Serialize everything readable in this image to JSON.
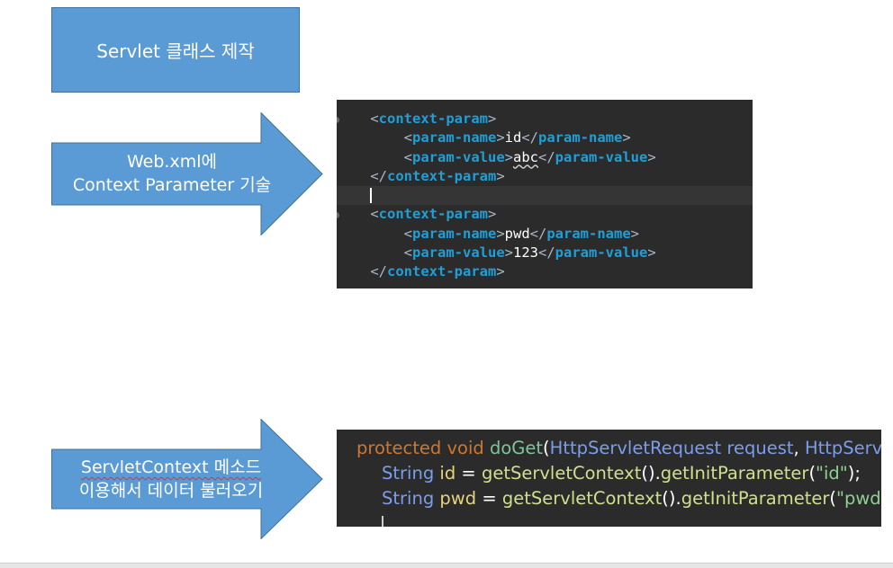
{
  "diagram": {
    "step1": {
      "text": "Servlet 클래스 제작"
    },
    "step2": {
      "line1": "Web.xml에",
      "line2": "Context Parameter 기술"
    },
    "step3": {
      "line1": "ServletContext 메소드",
      "line2": "이용해서 데이터 불러오기"
    }
  },
  "xml_code": {
    "lines": [
      {
        "indent": "    ",
        "open": "context-param"
      },
      {
        "indent": "        ",
        "tag": "param-name",
        "value": "id"
      },
      {
        "indent": "        ",
        "tag": "param-value",
        "value": "abc"
      },
      {
        "indent": "    ",
        "close": "context-param"
      },
      {
        "indent": "    ",
        "caret": true
      },
      {
        "indent": "    ",
        "open": "context-param"
      },
      {
        "indent": "        ",
        "tag": "param-name",
        "value": "pwd"
      },
      {
        "indent": "        ",
        "tag": "param-value",
        "value": "123"
      },
      {
        "indent": "    ",
        "close": "context-param"
      }
    ]
  },
  "java_code": {
    "line1": {
      "kw1": "protected",
      "kw2": "void",
      "fn": "doGet",
      "p1": "(",
      "type1": "HttpServletRequest",
      "arg1": "request",
      "sep": ",",
      "type2": "HttpServlet"
    },
    "line2": {
      "type": "String",
      "var": "id",
      "eq": "=",
      "call": "getServletContext",
      "mid": "().",
      "method": "getInitParameter",
      "lp": "(",
      "str": "\"id\"",
      "end": ");"
    },
    "line3": {
      "type": "String",
      "var": "pwd",
      "eq": "=",
      "call": "getServletContext",
      "mid": "().",
      "method": "getInitParameter",
      "lp": "(",
      "str": "\"pwd\"",
      "end": ");"
    }
  },
  "colors": {
    "box_fill": "#5b9bd5",
    "box_border": "#41719c",
    "editor_bg": "#2b2b2b"
  }
}
